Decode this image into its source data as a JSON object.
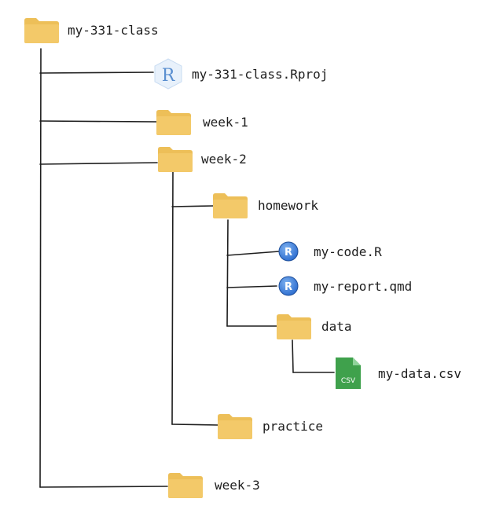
{
  "tree": {
    "root": {
      "label": "my-331-class",
      "icon": "folder-icon"
    },
    "items": [
      {
        "key": "rproj",
        "label": "my-331-class.Rproj",
        "icon": "rproj-icon"
      },
      {
        "key": "week1",
        "label": "week-1",
        "icon": "folder-icon"
      },
      {
        "key": "week2",
        "label": "week-2",
        "icon": "folder-icon"
      },
      {
        "key": "homework",
        "label": "homework",
        "icon": "folder-icon"
      },
      {
        "key": "code",
        "label": "my-code.R",
        "icon": "r-file-icon"
      },
      {
        "key": "report",
        "label": "my-report.qmd",
        "icon": "r-file-icon"
      },
      {
        "key": "data",
        "label": "data",
        "icon": "folder-icon"
      },
      {
        "key": "csv",
        "label": "my-data.csv",
        "icon": "csv-file-icon",
        "badge": "CSV"
      },
      {
        "key": "practice",
        "label": "practice",
        "icon": "folder-icon"
      },
      {
        "key": "week3",
        "label": "week-3",
        "icon": "folder-icon"
      }
    ]
  },
  "colors": {
    "folder": "#f3c969",
    "folder_tab": "#edbf58",
    "line": "#1e1e1e",
    "text": "#1e1e1e",
    "r_blue": "#2f6fd0",
    "csv_green": "#3fa14c"
  }
}
